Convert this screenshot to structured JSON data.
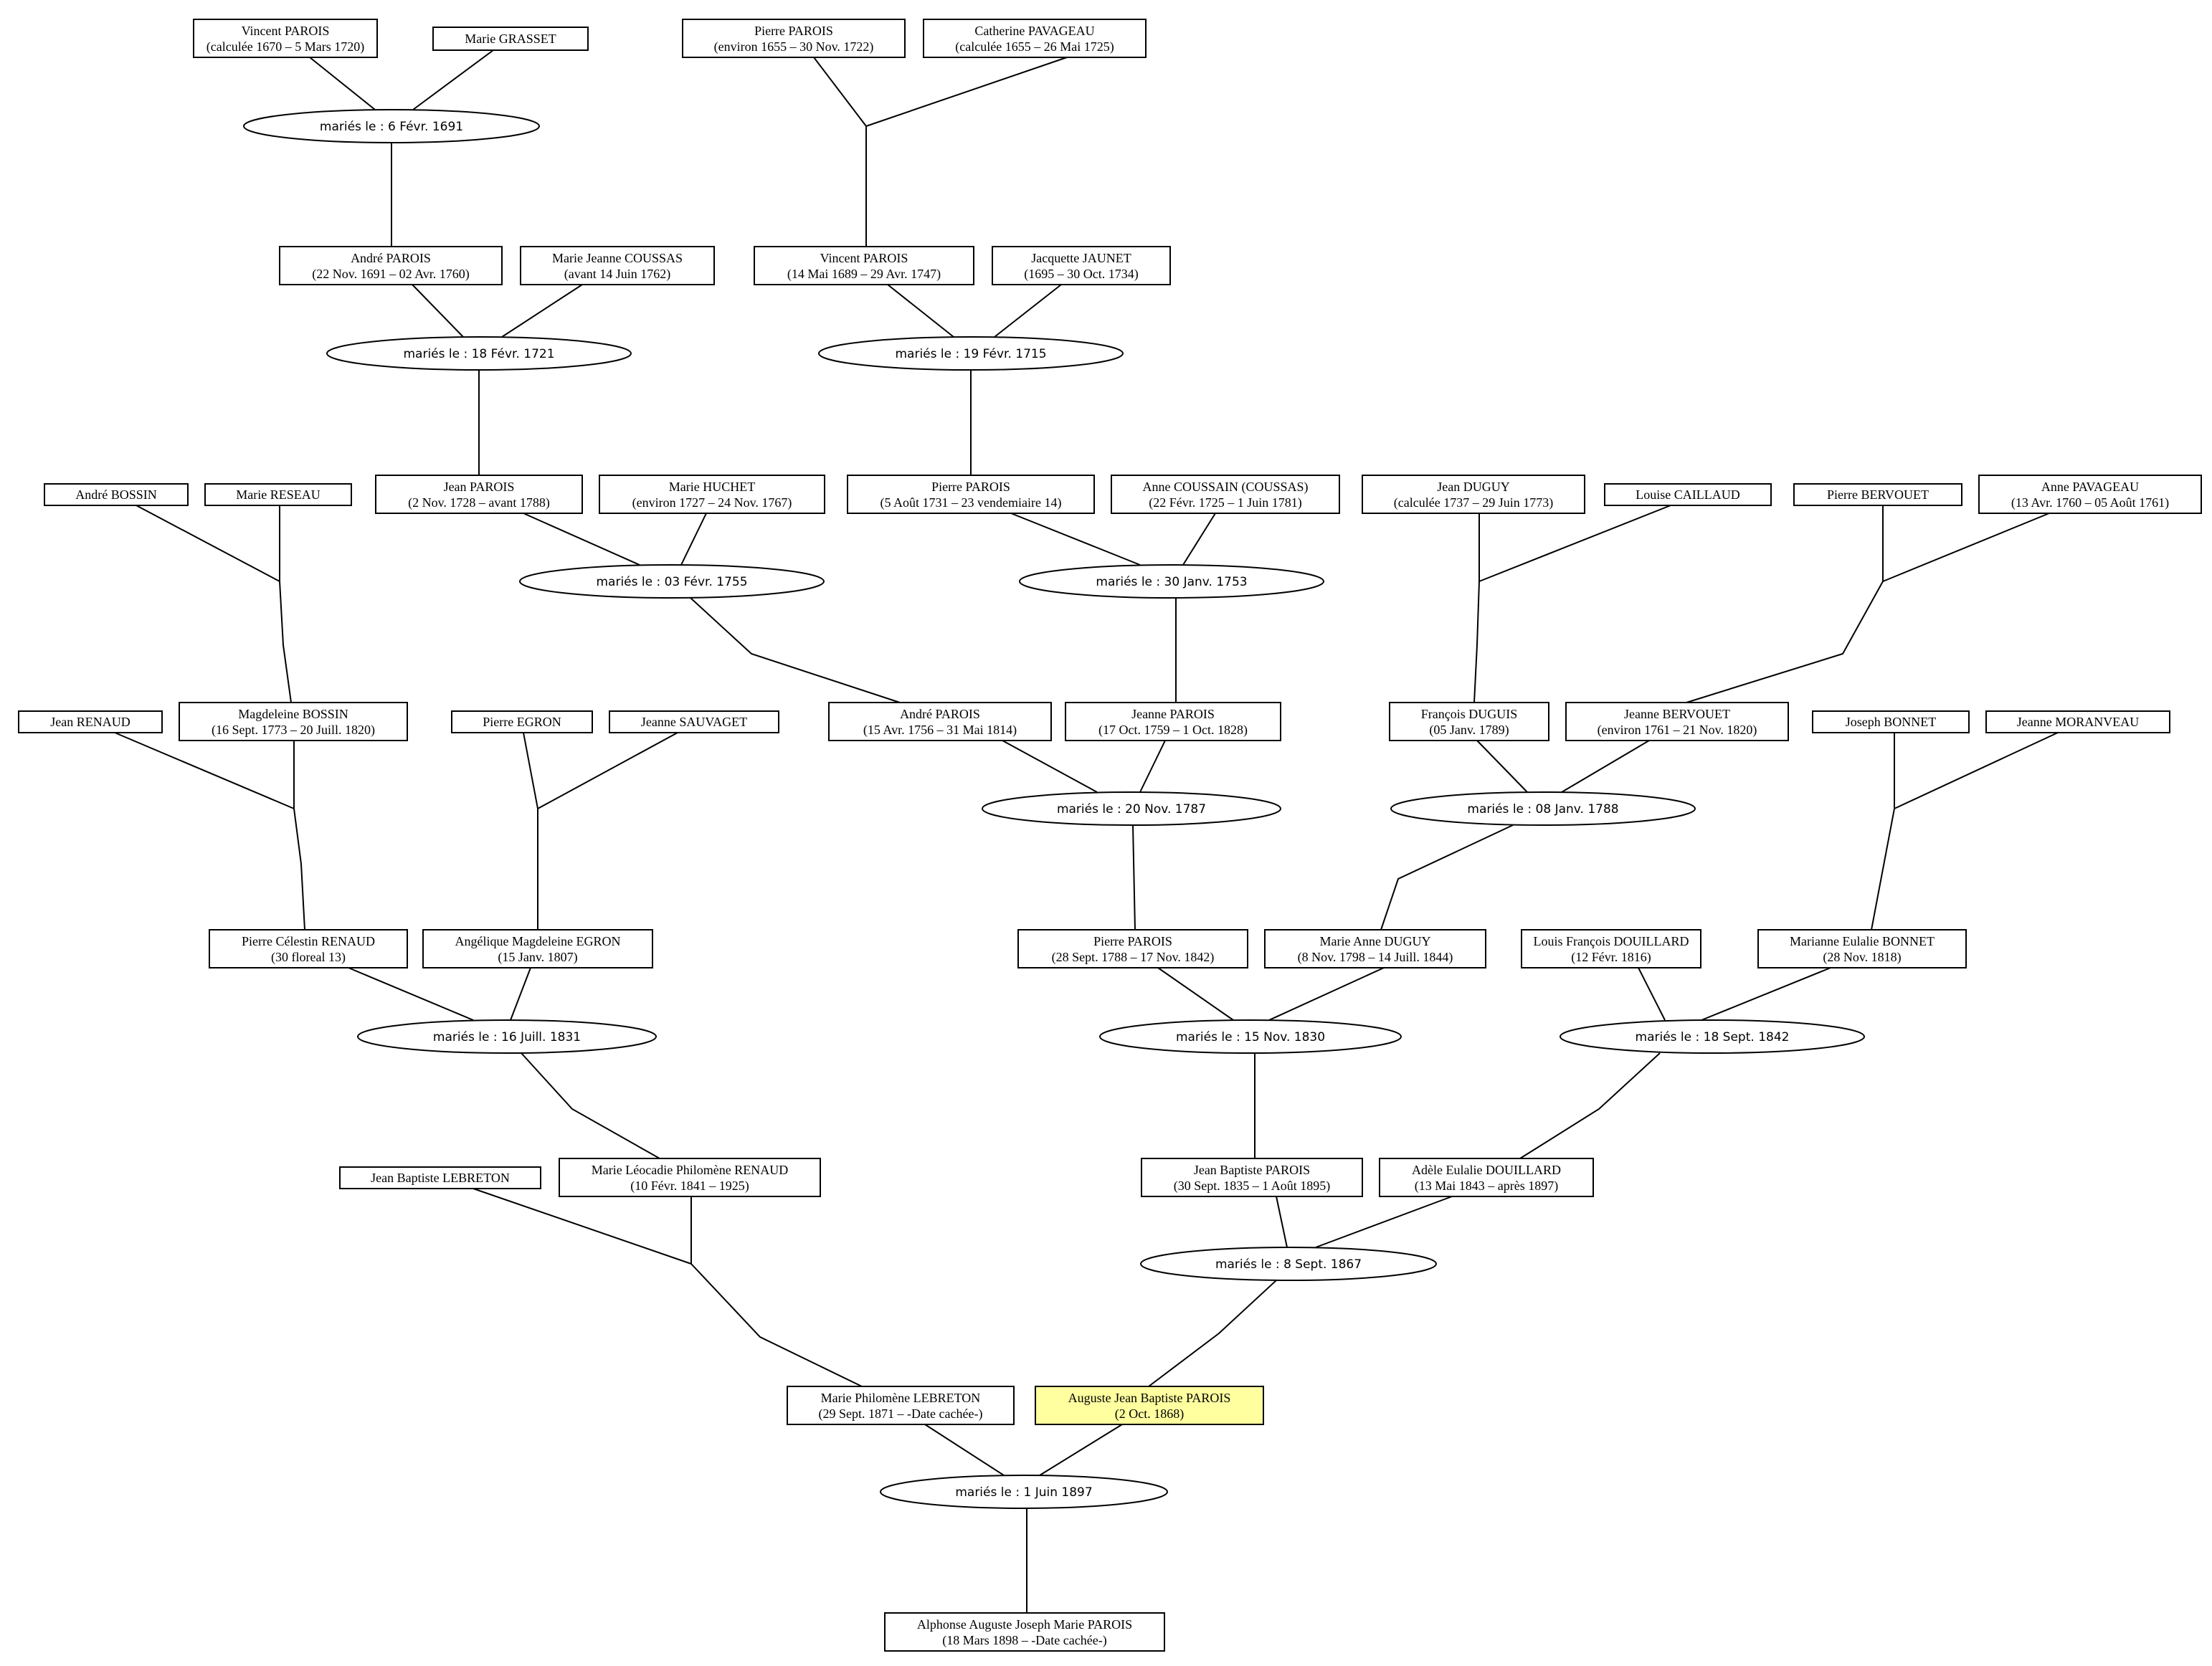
{
  "persons": [
    {
      "id": "p1",
      "name": "Vincent PAROIS",
      "dates": "(calculée 1670 – 5 Mars 1720)"
    },
    {
      "id": "p2",
      "name": "Marie GRASSET",
      "dates": ""
    },
    {
      "id": "p3",
      "name": "Pierre PAROIS",
      "dates": "(environ 1655 – 30 Nov. 1722)"
    },
    {
      "id": "p4",
      "name": "Catherine PAVAGEAU",
      "dates": "(calculée 1655 – 26 Mai 1725)"
    },
    {
      "id": "p5",
      "name": "André PAROIS",
      "dates": "(22 Nov. 1691 – 02 Avr. 1760)"
    },
    {
      "id": "p6",
      "name": "Marie Jeanne COUSSAS",
      "dates": "(avant 14 Juin 1762)"
    },
    {
      "id": "p7",
      "name": "Vincent PAROIS",
      "dates": "(14 Mai 1689 – 29 Avr. 1747)"
    },
    {
      "id": "p8",
      "name": "Jacquette JAUNET",
      "dates": "(1695 – 30 Oct. 1734)"
    },
    {
      "id": "p9",
      "name": "André BOSSIN",
      "dates": ""
    },
    {
      "id": "p10",
      "name": "Marie RESEAU",
      "dates": ""
    },
    {
      "id": "p11",
      "name": "Jean PAROIS",
      "dates": "(2 Nov. 1728 – avant 1788)"
    },
    {
      "id": "p12",
      "name": "Marie HUCHET",
      "dates": "(environ 1727 – 24 Nov. 1767)"
    },
    {
      "id": "p13",
      "name": "Pierre PAROIS",
      "dates": "(5 Août 1731 – 23 vendemiaire 14)"
    },
    {
      "id": "p14",
      "name": "Anne COUSSAIN (COUSSAS)",
      "dates": "(22 Févr. 1725 – 1 Juin 1781)"
    },
    {
      "id": "p15",
      "name": "Jean DUGUY",
      "dates": "(calculée 1737 – 29 Juin 1773)"
    },
    {
      "id": "p16",
      "name": "Louise CAILLAUD",
      "dates": ""
    },
    {
      "id": "p17",
      "name": "Pierre BERVOUET",
      "dates": ""
    },
    {
      "id": "p18",
      "name": "Anne PAVAGEAU",
      "dates": "(13 Avr. 1760 – 05 Août 1761)"
    },
    {
      "id": "p19",
      "name": "Jean RENAUD",
      "dates": ""
    },
    {
      "id": "p20",
      "name": "Magdeleine BOSSIN",
      "dates": "(16 Sept. 1773 – 20 Juill. 1820)"
    },
    {
      "id": "p21",
      "name": "Pierre EGRON",
      "dates": ""
    },
    {
      "id": "p22",
      "name": "Jeanne SAUVAGET",
      "dates": ""
    },
    {
      "id": "p23",
      "name": "André PAROIS",
      "dates": "(15 Avr. 1756 – 31 Mai 1814)"
    },
    {
      "id": "p24",
      "name": "Jeanne PAROIS",
      "dates": "(17 Oct. 1759 – 1 Oct. 1828)"
    },
    {
      "id": "p25",
      "name": "François DUGUIS",
      "dates": "(05 Janv. 1789)"
    },
    {
      "id": "p26",
      "name": "Jeanne BERVOUET",
      "dates": "(environ 1761 – 21 Nov. 1820)"
    },
    {
      "id": "p27",
      "name": "Joseph BONNET",
      "dates": ""
    },
    {
      "id": "p28",
      "name": "Jeanne MORANVEAU",
      "dates": ""
    },
    {
      "id": "p29",
      "name": "Pierre Célestin RENAUD",
      "dates": "(30 floreal 13)"
    },
    {
      "id": "p30",
      "name": "Angélique Magdeleine EGRON",
      "dates": "(15 Janv. 1807)"
    },
    {
      "id": "p31",
      "name": "Pierre PAROIS",
      "dates": "(28 Sept. 1788 – 17 Nov. 1842)"
    },
    {
      "id": "p32",
      "name": "Marie Anne DUGUY",
      "dates": "(8 Nov. 1798 – 14 Juill. 1844)"
    },
    {
      "id": "p33",
      "name": "Louis François DOUILLARD",
      "dates": "(12 Févr. 1816)"
    },
    {
      "id": "p34",
      "name": "Marianne Eulalie BONNET",
      "dates": "(28 Nov. 1818)"
    },
    {
      "id": "p35",
      "name": "Jean Baptiste LEBRETON",
      "dates": ""
    },
    {
      "id": "p36",
      "name": "Marie Léocadie Philomène RENAUD",
      "dates": "(10 Févr. 1841 – 1925)"
    },
    {
      "id": "p37",
      "name": "Jean Baptiste PAROIS",
      "dates": "(30 Sept. 1835 – 1 Août 1895)"
    },
    {
      "id": "p38",
      "name": "Adèle Eulalie DOUILLARD",
      "dates": "(13 Mai 1843 – après 1897)"
    },
    {
      "id": "p39",
      "name": "Marie Philomène LEBRETON",
      "dates": "(29 Sept. 1871 – -Date cachée-)"
    },
    {
      "id": "p40",
      "name": "Auguste Jean Baptiste PAROIS",
      "dates": "(2 Oct. 1868)",
      "highlight": true
    },
    {
      "id": "p41",
      "name": "Alphonse Auguste Joseph Marie PAROIS",
      "dates": "(18 Mars 1898 – -Date cachée-)"
    }
  ],
  "marriages": [
    {
      "id": "m1",
      "label": "mariés le : 6 Févr. 1691",
      "spouses": [
        "p1",
        "p2"
      ],
      "child": "p5"
    },
    {
      "id": "m2",
      "label": "mariés le : 18 Févr. 1721",
      "spouses": [
        "p5",
        "p6"
      ],
      "child": "p11"
    },
    {
      "id": "m3",
      "label": "mariés le : 19 Févr. 1715",
      "spouses": [
        "p7",
        "p8"
      ],
      "child": "p13"
    },
    {
      "id": "m4",
      "label": "mariés le : 03 Févr. 1755",
      "spouses": [
        "p11",
        "p12"
      ],
      "child": "p23"
    },
    {
      "id": "m5",
      "label": "mariés le : 30 Janv. 1753",
      "spouses": [
        "p13",
        "p14"
      ],
      "child": "p24"
    },
    {
      "id": "m6",
      "label": "mariés le : 20 Nov. 1787",
      "spouses": [
        "p23",
        "p24"
      ],
      "child": "p31"
    },
    {
      "id": "m7",
      "label": "mariés le : 08 Janv. 1788",
      "spouses": [
        "p25",
        "p26"
      ],
      "child": "p32"
    },
    {
      "id": "m8",
      "label": "mariés le : 16 Juill. 1831",
      "spouses": [
        "p29",
        "p30"
      ],
      "child": "p36"
    },
    {
      "id": "m9",
      "label": "mariés le : 15 Nov. 1830",
      "spouses": [
        "p31",
        "p32"
      ],
      "child": "p37"
    },
    {
      "id": "m10",
      "label": "mariés le : 18 Sept. 1842",
      "spouses": [
        "p33",
        "p34"
      ],
      "child": "p38"
    },
    {
      "id": "m11",
      "label": "mariés le : 8 Sept. 1867",
      "spouses": [
        "p37",
        "p38"
      ],
      "child": "p40"
    },
    {
      "id": "m12",
      "label": "mariés le : 1 Juin 1897",
      "spouses": [
        "p39",
        "p40"
      ],
      "child": "p41"
    }
  ],
  "unmarried_parents": [
    {
      "parents": [
        "p3",
        "p4"
      ],
      "child": "p7"
    },
    {
      "parents": [
        "p9",
        "p10"
      ],
      "child": "p20"
    },
    {
      "parents": [
        "p15",
        "p16"
      ],
      "child": "p25"
    },
    {
      "parents": [
        "p17",
        "p18"
      ],
      "child": "p26"
    },
    {
      "parents": [
        "p19",
        "p20"
      ],
      "child": "p29"
    },
    {
      "parents": [
        "p21",
        "p22"
      ],
      "child": "p30"
    },
    {
      "parents": [
        "p27",
        "p28"
      ],
      "child": "p34"
    },
    {
      "parents": [
        "p35",
        "p36"
      ],
      "child": "p39"
    }
  ],
  "colors": {
    "highlight": "#ffffa0",
    "stroke": "#000000",
    "background": "#ffffff"
  }
}
